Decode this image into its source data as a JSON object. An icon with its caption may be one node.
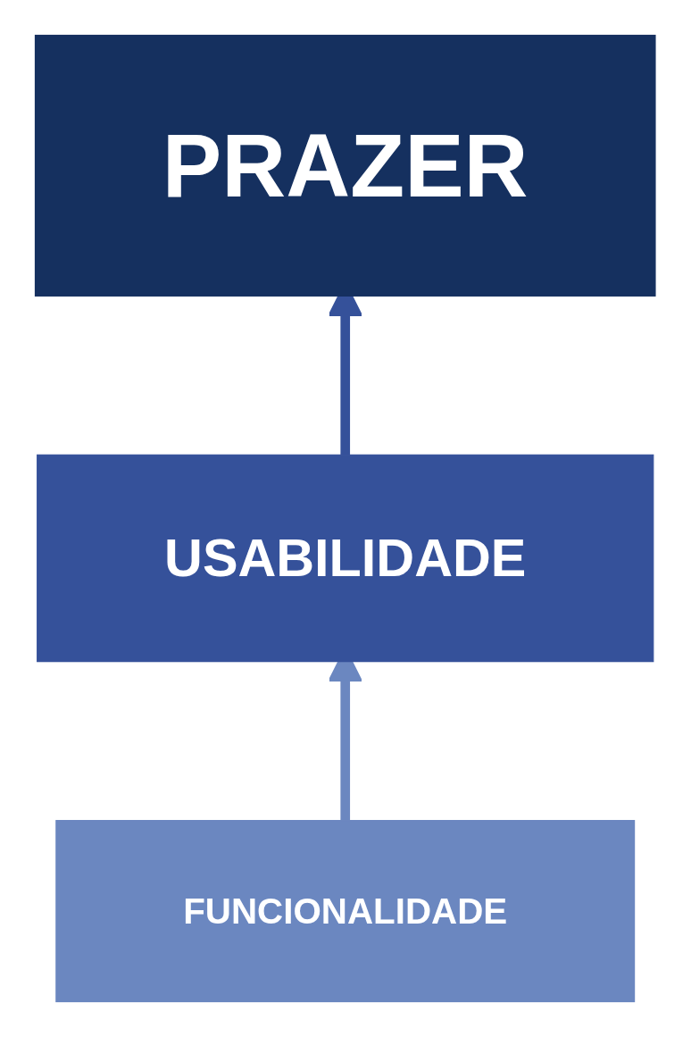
{
  "diagram": {
    "nodes": [
      {
        "text": [
          "PRAZER"
        ]
      },
      {
        "text": [
          "USABILIDADE"
        ]
      },
      {
        "text": [
          "FUNCIONALIDADE"
        ]
      }
    ],
    "edges": [
      {
        "from": 1,
        "to": 0,
        "arrow": "to",
        "color": "#35519a"
      },
      {
        "from": 2,
        "to": 1,
        "arrow": "to",
        "color": "#6b87c0"
      }
    ]
  }
}
